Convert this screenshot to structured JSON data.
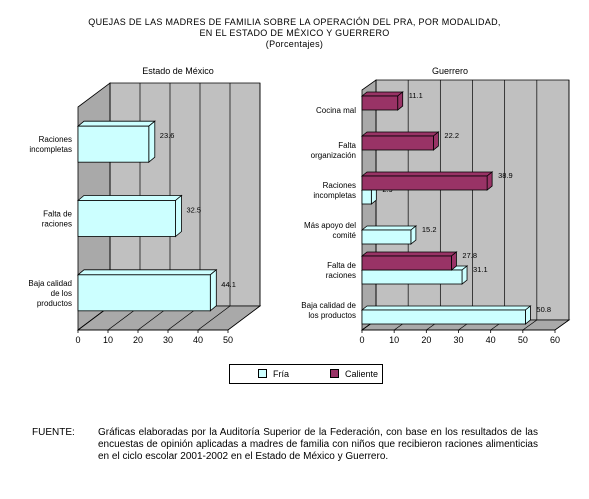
{
  "header": {
    "title_line1": "QUEJAS DE LAS MADRES DE FAMILIA SOBRE LA OPERACIÓN DEL PRA, POR MODALIDAD,",
    "title_line2": "EN EL ESTADO DE MÉXICO Y GUERRERO",
    "subtitle": "(Porcentajes)"
  },
  "legend": {
    "fria": "Fría",
    "caliente": "Caliente"
  },
  "colors": {
    "fria": "#ccffff",
    "caliente": "#993366",
    "wall": "#c0c0c0",
    "floor": "#a9a9a9"
  },
  "source": {
    "label": "FUENTE:",
    "text": "Gráficas elaboradas por la Auditoría Superior de la Federación, con base en los resultados de las encuestas de opinión aplicadas a madres de familia con niños que recibieron raciones alimenticias en el ciclo escolar 2001-2002 en el Estado de México y Guerrero."
  },
  "chart_data": [
    {
      "type": "bar",
      "orientation": "horizontal",
      "title": "Estado de México",
      "categories": [
        "Raciones incompletas",
        "Falta de raciones",
        "Baja calidad de los productos"
      ],
      "series": [
        {
          "name": "Fría",
          "values": [
            23.6,
            32.5,
            44.1
          ]
        }
      ],
      "data_labels": [
        "23.6",
        "32.5",
        "44.1"
      ],
      "xlim": [
        0,
        50
      ],
      "xticks": [
        "0",
        "10",
        "20",
        "30",
        "40",
        "50"
      ],
      "grid": true
    },
    {
      "type": "bar",
      "orientation": "horizontal",
      "title": "Guerrero",
      "categories": [
        "Cocina mal",
        "Falta organización",
        "Raciones incompletas",
        "Más apoyo del comité",
        "Falta de raciones",
        "Baja calidad de los productos"
      ],
      "series": [
        {
          "name": "Fría",
          "values": [
            null,
            null,
            2.9,
            15.2,
            31.1,
            50.8
          ]
        },
        {
          "name": "Caliente",
          "values": [
            11.1,
            22.2,
            38.9,
            null,
            27.8,
            null
          ]
        }
      ],
      "data_labels": {
        "Fría": [
          null,
          null,
          "2.9",
          "15.2",
          "31.1",
          "50.8"
        ],
        "Caliente": [
          "11.1",
          "22.2",
          "38.9",
          null,
          "27.8",
          null
        ]
      },
      "xlim": [
        0,
        60
      ],
      "xticks": [
        "0",
        "10",
        "20",
        "30",
        "40",
        "50",
        "60"
      ],
      "grid": true,
      "legend": "bottom"
    }
  ]
}
